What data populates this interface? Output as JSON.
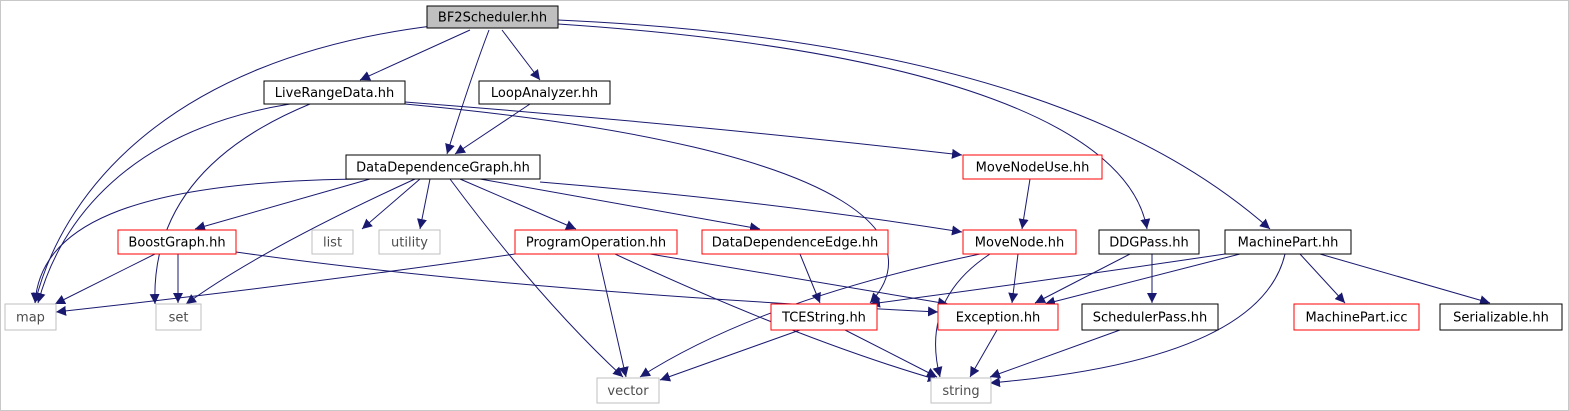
{
  "colors": {
    "edge": "#191970",
    "box_black": "#000000",
    "box_red": "#ff0000",
    "box_gray": "#bfbfbf",
    "root_fill": "#bfbfbf",
    "text": "#000000",
    "text_gray": "#4d4d4d"
  },
  "nodes": [
    {
      "id": "bf2",
      "label": "BF2Scheduler.hh",
      "style": "root"
    },
    {
      "id": "lrd",
      "label": "LiveRangeData.hh",
      "style": "black"
    },
    {
      "id": "la",
      "label": "LoopAnalyzer.hh",
      "style": "black"
    },
    {
      "id": "ddg",
      "label": "DataDependenceGraph.hh",
      "style": "black"
    },
    {
      "id": "mnu",
      "label": "MoveNodeUse.hh",
      "style": "red"
    },
    {
      "id": "bg",
      "label": "BoostGraph.hh",
      "style": "red"
    },
    {
      "id": "list",
      "label": "list",
      "style": "gray"
    },
    {
      "id": "utility",
      "label": "utility",
      "style": "gray"
    },
    {
      "id": "po",
      "label": "ProgramOperation.hh",
      "style": "red"
    },
    {
      "id": "dde",
      "label": "DataDependenceEdge.hh",
      "style": "red"
    },
    {
      "id": "mn",
      "label": "MoveNode.hh",
      "style": "red"
    },
    {
      "id": "ddgp",
      "label": "DDGPass.hh",
      "style": "black"
    },
    {
      "id": "mp",
      "label": "MachinePart.hh",
      "style": "black"
    },
    {
      "id": "map",
      "label": "map",
      "style": "gray"
    },
    {
      "id": "set",
      "label": "set",
      "style": "gray"
    },
    {
      "id": "tces",
      "label": "TCEString.hh",
      "style": "red"
    },
    {
      "id": "exc",
      "label": "Exception.hh",
      "style": "red"
    },
    {
      "id": "sp",
      "label": "SchedulerPass.hh",
      "style": "black"
    },
    {
      "id": "mpicc",
      "label": "MachinePart.icc",
      "style": "red"
    },
    {
      "id": "ser",
      "label": "Serializable.hh",
      "style": "black"
    },
    {
      "id": "vector",
      "label": "vector",
      "style": "gray"
    },
    {
      "id": "string",
      "label": "string",
      "style": "gray"
    }
  ],
  "edges": [
    [
      "bf2",
      "map"
    ],
    [
      "bf2",
      "lrd"
    ],
    [
      "bf2",
      "la"
    ],
    [
      "bf2",
      "ddg"
    ],
    [
      "bf2",
      "ddgp"
    ],
    [
      "bf2",
      "mp"
    ],
    [
      "lrd",
      "map"
    ],
    [
      "lrd",
      "set"
    ],
    [
      "lrd",
      "mnu"
    ],
    [
      "lrd",
      "tces"
    ],
    [
      "la",
      "ddg"
    ],
    [
      "ddg",
      "map"
    ],
    [
      "ddg",
      "bg"
    ],
    [
      "ddg",
      "list"
    ],
    [
      "ddg",
      "utility"
    ],
    [
      "ddg",
      "po"
    ],
    [
      "ddg",
      "dde"
    ],
    [
      "ddg",
      "mn"
    ],
    [
      "ddg",
      "set"
    ],
    [
      "ddg",
      "vector"
    ],
    [
      "mnu",
      "mn"
    ],
    [
      "bg",
      "map"
    ],
    [
      "bg",
      "set"
    ],
    [
      "bg",
      "exc"
    ],
    [
      "po",
      "map"
    ],
    [
      "po",
      "vector"
    ],
    [
      "po",
      "exc"
    ],
    [
      "po",
      "string"
    ],
    [
      "dde",
      "tces"
    ],
    [
      "mn",
      "vector"
    ],
    [
      "mn",
      "exc"
    ],
    [
      "mn",
      "string"
    ],
    [
      "ddgp",
      "exc"
    ],
    [
      "ddgp",
      "sp"
    ],
    [
      "mp",
      "tces"
    ],
    [
      "mp",
      "exc"
    ],
    [
      "mp",
      "mpicc"
    ],
    [
      "mp",
      "ser"
    ],
    [
      "mp",
      "string"
    ],
    [
      "tces",
      "vector"
    ],
    [
      "tces",
      "string"
    ],
    [
      "exc",
      "string"
    ],
    [
      "sp",
      "string"
    ]
  ]
}
